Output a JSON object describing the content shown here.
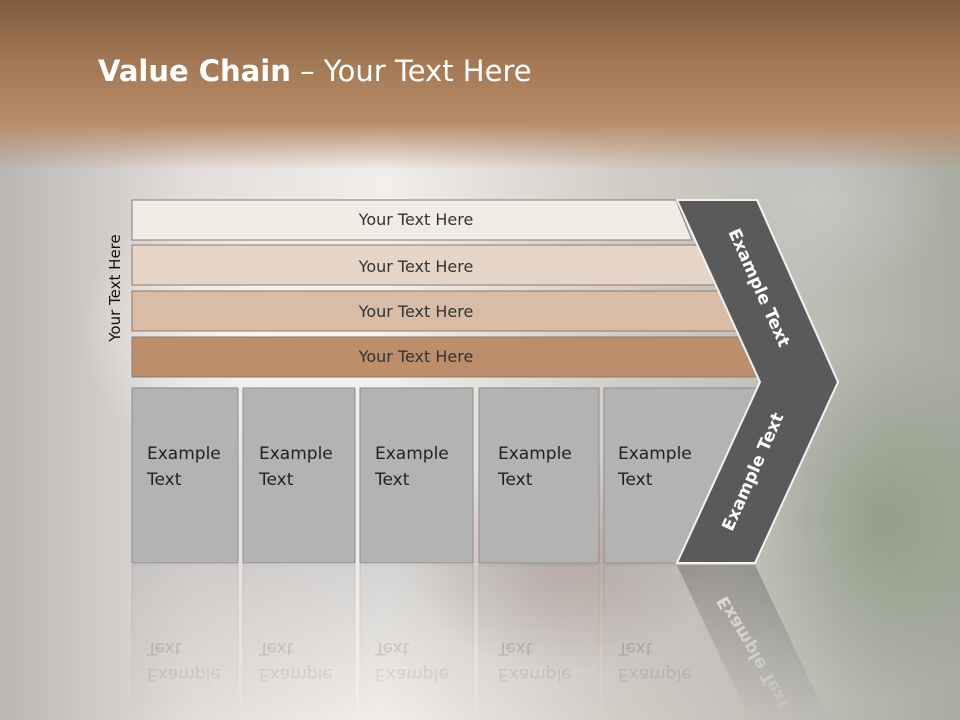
{
  "slide": {
    "title_bold": "Value Chain",
    "title_rest": " – Your Text Here",
    "side_label": "Your Text Here"
  },
  "bars": [
    {
      "label": "Your Text Here",
      "color": "#f1ebe6"
    },
    {
      "label": "Your Text Here",
      "color": "#e6d4c7"
    },
    {
      "label": "Your Text Here",
      "color": "#d9bca5"
    },
    {
      "label": "Your Text Here",
      "color": "#bc8e6c"
    }
  ],
  "boxes": [
    {
      "line1": "Example",
      "line2": "Text"
    },
    {
      "line1": "Example",
      "line2": "Text"
    },
    {
      "line1": "Example",
      "line2": "Text"
    },
    {
      "line1": "Example",
      "line2": "Text"
    },
    {
      "line1": "Example",
      "line2": "Text"
    }
  ],
  "chevron": {
    "upper_label": "Example Text",
    "lower_label": "Example Text",
    "color": "#5a5a5a"
  },
  "colors": {
    "box_fill": "#b3b3b3",
    "header": "#a57a57"
  }
}
